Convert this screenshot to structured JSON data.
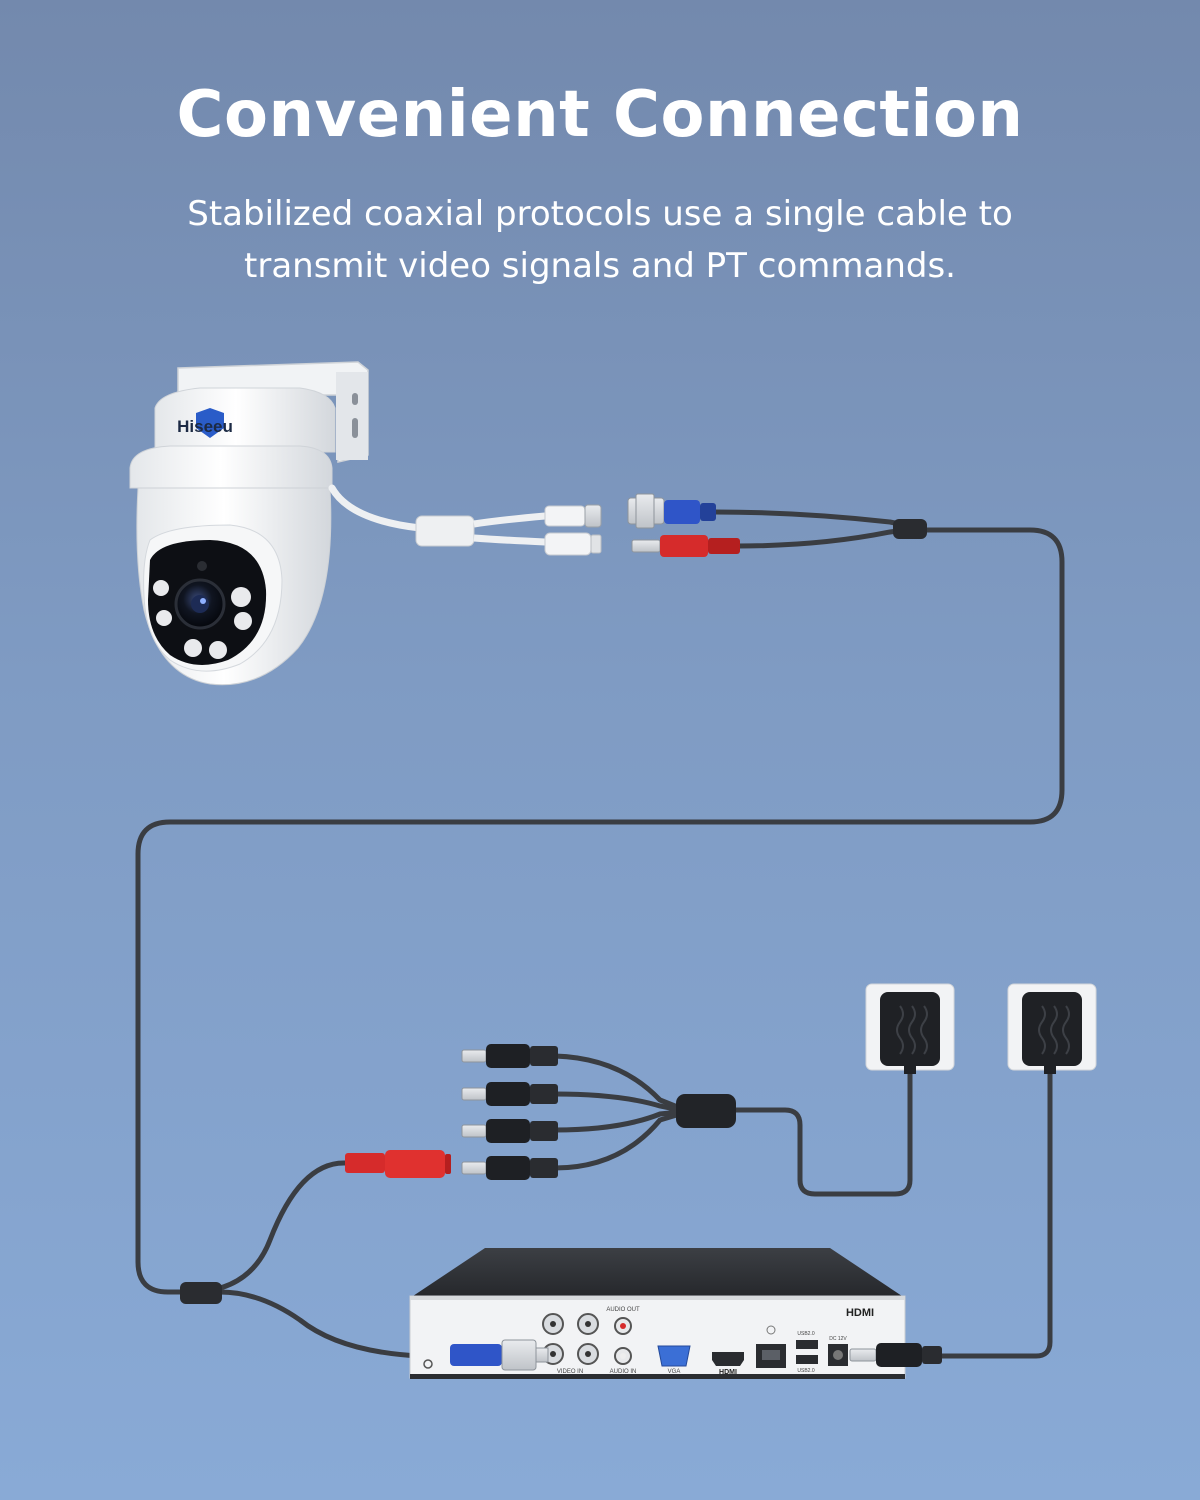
{
  "page": {
    "title": "Convenient Connection",
    "subtitle": "Stabilized coaxial protocols use a single cable to transmit video signals and PT commands."
  },
  "camera": {
    "brand": "Hiseeu"
  },
  "dvr": {
    "hdmi_logo": "HDMI",
    "port_labels": {
      "audio_out": "AUDIO OUT",
      "video_in": "VIDEO IN",
      "audio_in": "AUDIO IN",
      "vga": "VGA",
      "hdmi": "HDMI",
      "usb_top": "USB2.0",
      "usb_bottom": "USB2.0",
      "dc": "DC 12V"
    }
  },
  "colors": {
    "background_top": "#7389ad",
    "background_bottom": "#89aad6",
    "cable": "#3a3d42",
    "bnc_blue": "#2f55c8",
    "power_red": "#d62b2b"
  }
}
